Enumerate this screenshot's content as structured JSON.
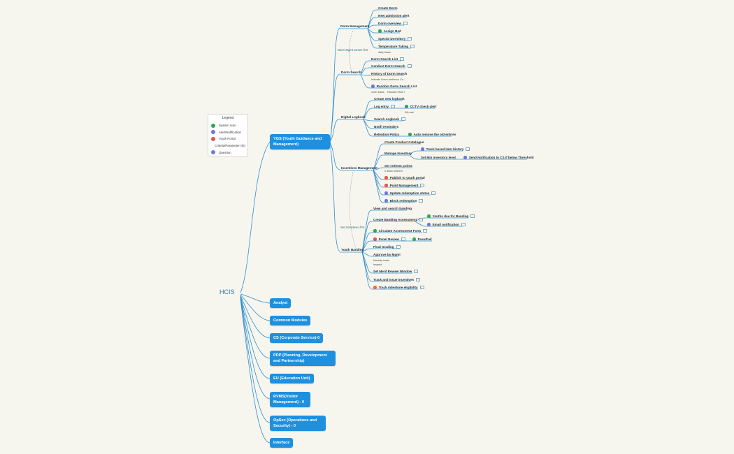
{
  "root": "HCIS",
  "legend": {
    "title": "Legend",
    "items": [
      {
        "label": "System Auto",
        "color": "#2ea84f"
      },
      {
        "label": "Alert/Notification",
        "color": "#6f76e0"
      },
      {
        "label": "Youth Portal",
        "color": "#e05555"
      },
      {
        "label": "Criteria/Parameter (IE)",
        "color": "#ea6b3c"
      },
      {
        "label": "Question",
        "color": "#6a7fd6"
      }
    ]
  },
  "branches": {
    "ygs": "YGS (Youth Guidance and Management)",
    "analyst": "Analyst",
    "common": "Common Modules",
    "cs": "CS (Corporate Service)-0",
    "pdp": "PDP (Planning, Development and Partnership)",
    "eu": "EU (Education Unit)",
    "rvms": "RVMS(Visitor Management) - 0",
    "opsec": "OpSec (Operations and Security) - 0",
    "interface": "Interface"
  },
  "ygs": {
    "dorm": {
      "title": "Dorm Management",
      "items": [
        "Create Dorm",
        "New admission alert",
        "Dorm overview",
        "Assign Bed",
        "Special Dormitory",
        "Temperature Taking"
      ],
      "note_daily": "daily basis"
    },
    "dorm_relation": "Dorm Mgmt comes first",
    "search": {
      "title": "Dorm Search",
      "items": [
        "Dorm Search List",
        "Conduct Dorm Search",
        "History of Dorm Search",
        "Random Dorm Search List"
      ],
      "note_history": "Indicate Dorm and/or/or Co...",
      "note_order": "order basis",
      "note_random": "Random Rule?"
    },
    "logbook": {
      "title": "Digital Logbook",
      "items": [
        "Create new logbook",
        "Log entry",
        "CCTV check alert",
        "Search Logbook",
        "Notifi reminders",
        "Retention Policy",
        "Auto remove the old entries"
      ],
      "note_nil": "Nil note"
    },
    "incentives": {
      "title": "Incentives Management",
      "items": [
        "Create Product Catalogue",
        "Manage Inventory",
        "Track based item history",
        "Set Min inventory level",
        "Send Notification to CS if below Threshold",
        "Set redeem points",
        "Publish to youth portal",
        "Point Management",
        "Update redemption status",
        "Block redemption"
      ],
      "note_redeem": "0 allow redeem"
    },
    "incentives_relation": "Set Incentives first",
    "banding": {
      "title": "Youth Banding",
      "items": [
        "View and search banding",
        "Create Banding Assessment",
        "Youths due for Banding",
        "Email notification",
        "Circulate Assessment Form",
        "Panel Review",
        "Pass/Fail",
        "Final Grading",
        "Approve by Mgmt",
        "Set Merit Review Window",
        "Track and issue incentives",
        "Track milestone eligibility"
      ],
      "note_monthly": "Monthly basis",
      "note_inspect": "Inspect"
    }
  },
  "colors": {
    "branch": "#1e90e0",
    "line": "#2f8fd0",
    "bg": "#f7f6ee"
  }
}
